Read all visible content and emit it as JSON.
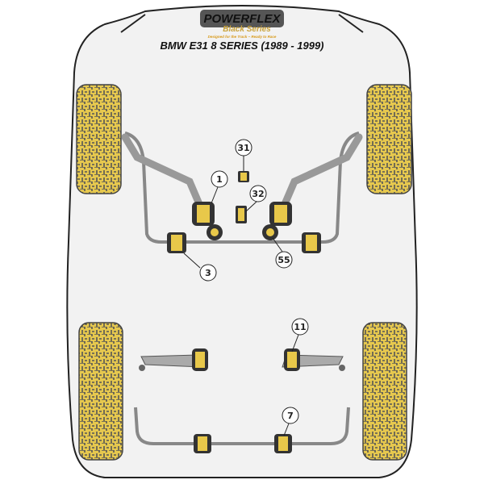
{
  "logo": {
    "brand": "Powerflex",
    "series": "Black Series",
    "tagline": "Designed for the Track ~ Ready to Race"
  },
  "title": "BMW E31 8 SERIES (1989 - 1999)",
  "parts": [
    {
      "number": "31"
    },
    {
      "number": "1"
    },
    {
      "number": "32"
    },
    {
      "number": "3"
    },
    {
      "number": "55"
    },
    {
      "number": "11"
    },
    {
      "number": "7"
    }
  ],
  "colors": {
    "tire": "#e6c84e",
    "tire_grid": "#555555",
    "bush": "#e8c84a",
    "body": "#f2f2f2",
    "outline": "#222222"
  }
}
